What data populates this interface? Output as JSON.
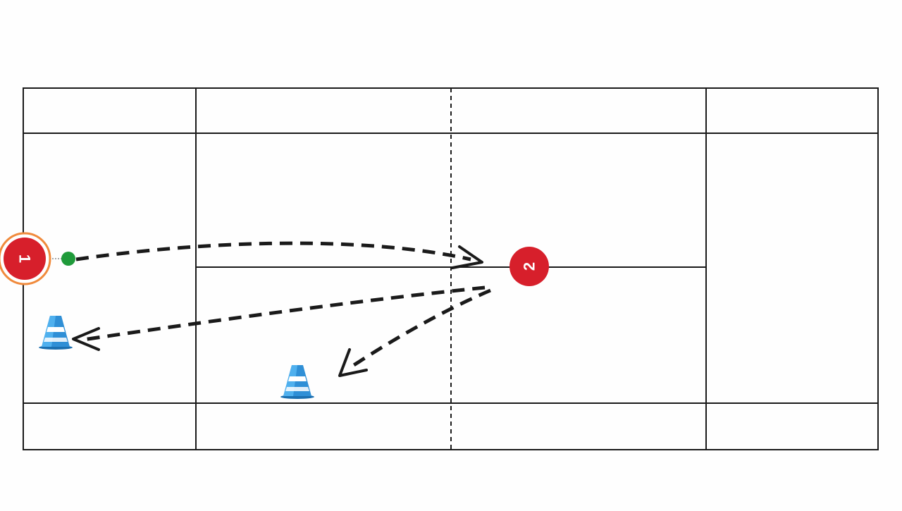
{
  "diagram": {
    "type": "tennis-court-drill",
    "colors": {
      "background": "#fefefe",
      "court_lines": "#1a1a1a",
      "player_fill": "#d71f2b",
      "player_highlight_ring": "#f08a3c",
      "ball": "#1f9a3a",
      "cone_body": "#2f8fd6",
      "cone_stripe": "#ffffff",
      "path": "#1a1a1a"
    },
    "players": [
      {
        "id": "player-1",
        "label": "1",
        "highlighted": true
      },
      {
        "id": "player-2",
        "label": "2",
        "highlighted": false
      }
    ],
    "ball": {
      "icon": "tennis-ball"
    },
    "cones": [
      {
        "id": "cone-1",
        "icon": "traffic-cone"
      },
      {
        "id": "cone-2",
        "icon": "traffic-cone"
      }
    ],
    "paths": [
      {
        "id": "path-serve",
        "style": "dashed-arrow"
      },
      {
        "id": "path-return-wide",
        "style": "dashed-arrow"
      },
      {
        "id": "path-return-short",
        "style": "dashed-arrow"
      }
    ]
  }
}
